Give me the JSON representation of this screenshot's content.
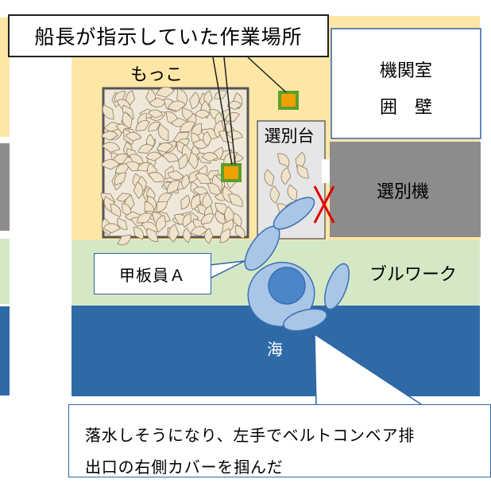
{
  "labels": {
    "top_callout": "船長が指示していた作業場所",
    "mokko": "もっこ",
    "engine_room": "機関室",
    "enclosure_wall": "囲　壁",
    "sorting_table": "選別台",
    "sorting_machine": "選別機",
    "worker": "甲板員Ａ",
    "bulwark": "ブルワーク",
    "sea": "海",
    "note_line1": "落水しそうになり、左手でベルトコンベア排",
    "note_line2": "出口の右側カバーを掴んだ"
  },
  "colors": {
    "deck": "#fde6a6",
    "bulwark": "#d5e8c6",
    "sea": "#2f6aa8",
    "machine": "#8c8c8c",
    "sorting_table": "#e6e6e6",
    "marker_fill": "#f0a000",
    "marker_border": "#5aa02c",
    "person": "#a9c6e6",
    "person_outline": "#3a6fb4",
    "cross": "#e00000",
    "shell": "#efe3cb",
    "shell_outline": "#8c7b63"
  }
}
